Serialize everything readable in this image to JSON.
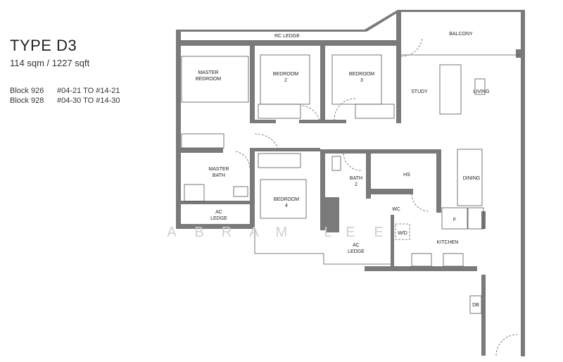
{
  "header": {
    "title": "TYPE D3",
    "area": "114 sqm / 1227 sqft",
    "units": [
      {
        "block": "Block 926",
        "range": "#04-21 TO #14-21"
      },
      {
        "block": "Block 928",
        "range": "#04-30 TO #14-30"
      }
    ]
  },
  "plan": {
    "rooms": {
      "rc_ledge": "RC LEDGE",
      "balcony": "BALCONY",
      "master_bedroom_1": "MASTER",
      "master_bedroom_2": "BEDROOM",
      "bedroom2_1": "BEDROOM",
      "bedroom2_2": "2",
      "bedroom3_1": "BEDROOM",
      "bedroom3_2": "3",
      "study": "STUDY",
      "living": "LIVING",
      "master_bath_1": "MASTER",
      "master_bath_2": "BATH",
      "bedroom4_1": "BEDROOM",
      "bedroom4_2": "4",
      "bath2_1": "BATH",
      "bath2_2": "2",
      "hs": "HS",
      "dining": "DINING",
      "wc": "WC",
      "ac_ledge1_1": "AC",
      "ac_ledge1_2": "LEDGE",
      "ac_ledge2_1": "AC",
      "ac_ledge2_2": "LEDGE",
      "wd": "W/D",
      "fridge": "F",
      "kitchen": "KITCHEN",
      "db": "DB"
    },
    "watermark": [
      "A",
      "B",
      "R",
      "A",
      "M",
      "L",
      "E",
      "E"
    ]
  }
}
